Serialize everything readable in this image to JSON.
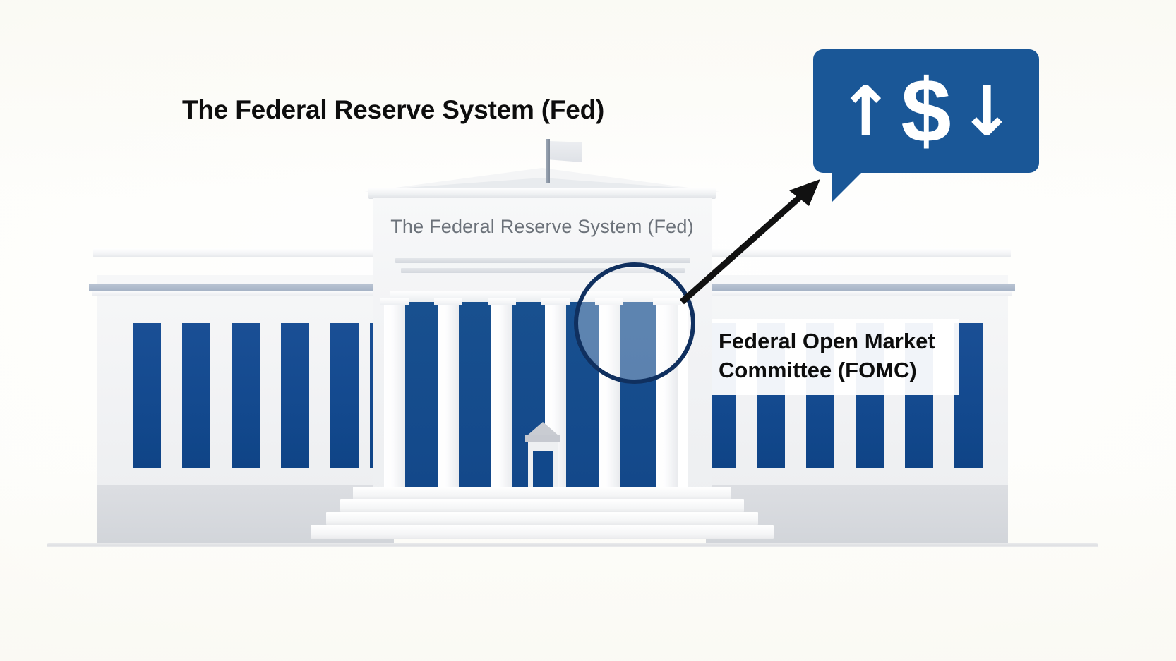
{
  "illustration": {
    "title_label": "The Federal Reserve System (Fed)",
    "facade_inscription": "The Federal Reserve System (Fed)",
    "callout_label": "Federal Open Market Committee (FOMC)",
    "bubble": {
      "up_arrow": "↑",
      "dollar": "$",
      "down_arrow": "↓"
    },
    "colors": {
      "brand_blue": "#1a5797",
      "window_blue": "#13498e",
      "magnifier_navy": "#10305f",
      "arrow_black": "#111111",
      "facade_grey": "#6c727a",
      "background_cream": "#fbfbf8"
    }
  }
}
